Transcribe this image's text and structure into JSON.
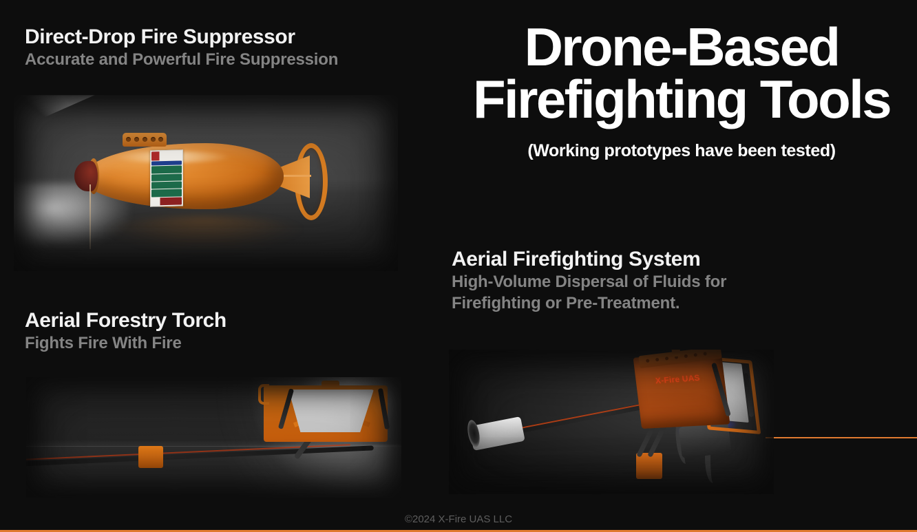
{
  "background_color": "#0d0d0d",
  "accent_color": "#e07a30",
  "hero": {
    "title_line1": "Drone-Based",
    "title_line2": "Firefighting Tools",
    "subtitle": "(Working prototypes have been tested)"
  },
  "products": {
    "direct_drop": {
      "title": "Direct-Drop Fire Suppressor",
      "subtitle": "Accurate and Powerful Fire Suppression"
    },
    "forestry_torch": {
      "title": "Aerial Forestry Torch",
      "subtitle": "Fights Fire With Fire"
    },
    "aerial_system": {
      "title": "Aerial Firefighting System",
      "subtitle_line1": "High-Volume Dispersal of Fluids for",
      "subtitle_line2": "Firefighting or Pre-Treatment."
    }
  },
  "images": {
    "suppressor_label": {
      "alt": "fire-extinguisher-instruction-label"
    },
    "aerial_system_brand": "X-Fire UAS"
  },
  "footer": {
    "copyright": "©2024 X-Fire UAS LLC"
  }
}
